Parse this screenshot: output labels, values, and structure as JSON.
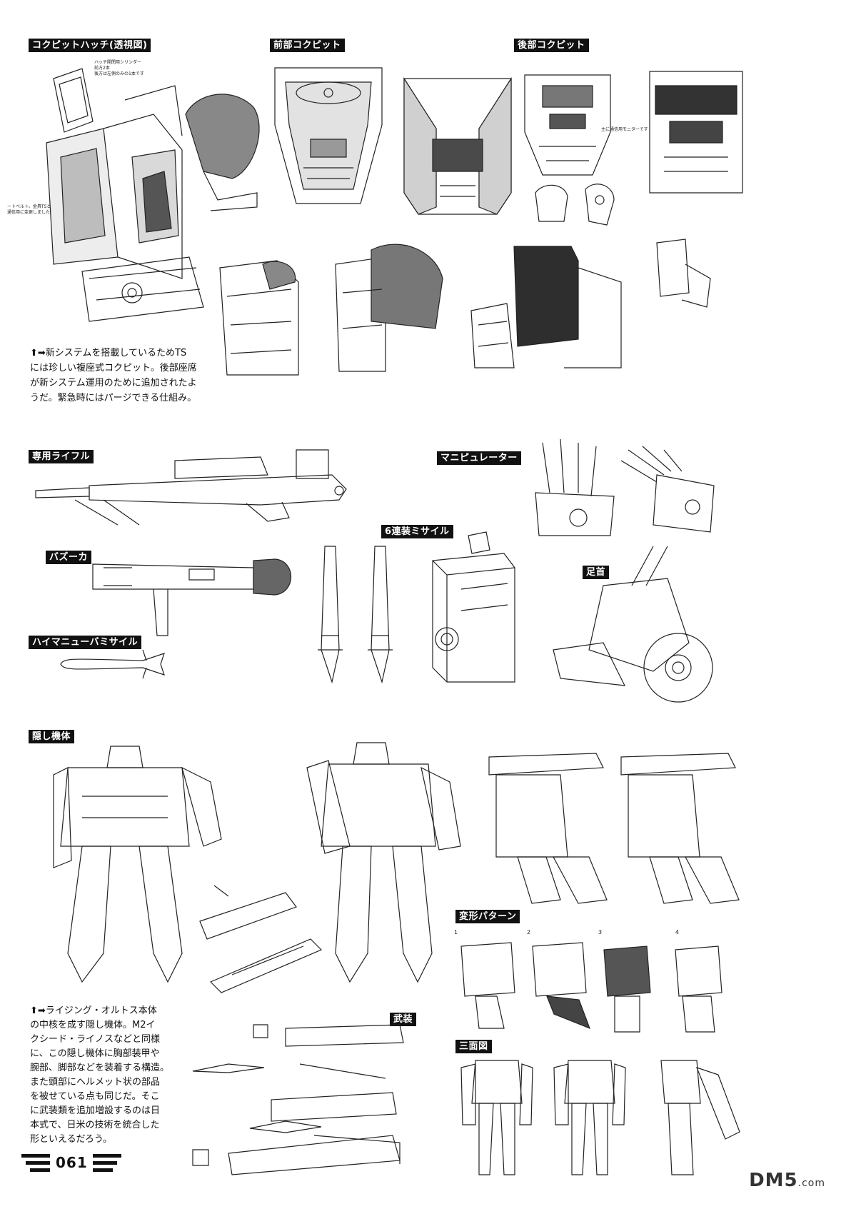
{
  "labels": {
    "cockpit_hatch": "コクピットハッチ(透視図)",
    "front_cockpit": "前部コクピット",
    "rear_cockpit": "後部コクピット",
    "rifle": "専用ライフル",
    "manipulator": "マニピュレーター",
    "missile6": "6連装ミサイル",
    "bazooka": "バズーカ",
    "ankle": "足首",
    "hymanew_missile": "ハイマニューバミサイル",
    "hidden_frame": "隠し機体",
    "transform_pattern": "変形パターン",
    "armament": "武装",
    "three_view": "三面図"
  },
  "notes": {
    "hatch_cylinder": [
      "ハッチ開閉用シリンダー",
      "前方2本",
      "後方は左側のみの1本です"
    ],
    "seatbelt": [
      "ートベルト。金具TSと",
      "通信用に変更しました"
    ],
    "rear_mark": [
      "主に通信用モニターです"
    ]
  },
  "captions": {
    "cockpit": [
      "⬆➡新システムを搭載しているためTS",
      "には珍しい複座式コクピット。後部座席",
      "が新システム運用のために追加されたよ",
      "うだ。緊急時にはパージできる仕組み。"
    ],
    "hidden_frame": [
      "⬆➡ライジング・オルトス本体",
      "の中核を成す隠し機体。M2イ",
      "クシード・ライノスなどと同様",
      "に、この隠し機体に胸部装甲や",
      "腕部、脚部などを装着する構造。",
      "また頭部にヘルメット状の部品",
      "を被せている点も同じだ。そこ",
      "に武装類を追加増設するのは日",
      "本式で、日米の技術を統合した",
      "形といえるだろう。"
    ]
  },
  "transform_steps": [
    "1",
    "2",
    "3",
    "4"
  ],
  "page_number": "061",
  "watermark": {
    "main": "DM5",
    "sub": ".com"
  }
}
